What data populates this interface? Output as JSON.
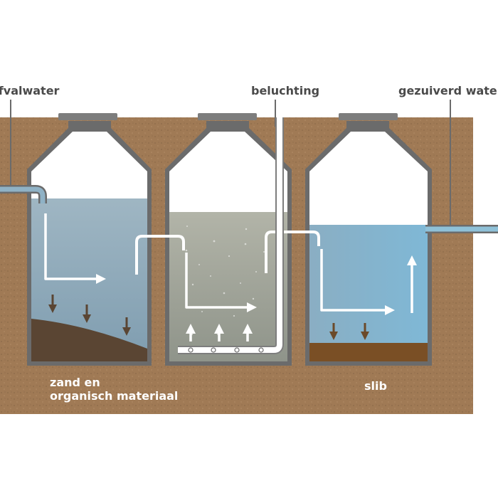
{
  "labels": {
    "inflow": "afvalwater",
    "aeration": "beluchting",
    "outflow": "gezuiverd water",
    "sediment_line1": "zand en",
    "sediment_line2": "organisch materiaal",
    "sludge": "slib"
  },
  "colors": {
    "soil": "#a07a55",
    "tank_wall": "#6b6b6b",
    "lid": "#7d7d7d",
    "air": "#ffffff",
    "water_tank1": "#93aebd",
    "water_tank2": "#a3a89a",
    "water_tank3": "#8fb6cc",
    "sediment": "#5a4533",
    "sludge": "#7a4f25",
    "arrow_flow": "#ffffff",
    "arrow_settle": "#5a4533",
    "pipe": "#ffffff",
    "pipe_water": "#8fc1d8",
    "text": "#4a4a4a"
  },
  "icons": {
    "flow_arrows": "arrow-right-icon",
    "settle_arrows": "arrow-down-icon",
    "bubble_arrows": "arrow-up-icon",
    "aerator_holes": "circle-icon"
  }
}
